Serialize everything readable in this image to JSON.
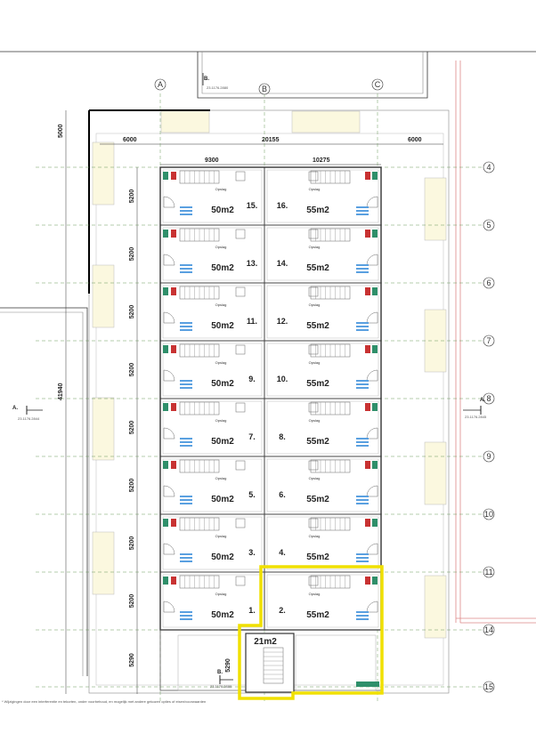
{
  "drawing": {
    "top_dims": [
      "6000",
      "20155",
      "6000"
    ],
    "sub_dims": [
      "9300",
      "10275"
    ],
    "vertical_dims": [
      "5000",
      "41940"
    ],
    "row_dims": [
      "5200",
      "5200",
      "5200",
      "5200",
      "5200",
      "5200",
      "5200",
      "5200",
      "5290"
    ],
    "bottom_dim_small": "5290",
    "grid_cols": [
      "A",
      "B",
      "C"
    ],
    "grid_rows": [
      "4",
      "5",
      "6",
      "7",
      "8",
      "9",
      "10",
      "11",
      "14",
      "15"
    ],
    "section_marks": {
      "top": "B.",
      "top_ref": "23.1176.2880",
      "left": "A.",
      "left_ref": "23.1176.2844",
      "right": "A.",
      "right_ref": "23.1176.2845",
      "bottom": "B.",
      "bottom_ref": "23.1176.2880"
    },
    "units": [
      {
        "num": "15.",
        "area": "50m2",
        "side": "left"
      },
      {
        "num": "16.",
        "area": "55m2",
        "side": "right"
      },
      {
        "num": "13.",
        "area": "50m2",
        "side": "left"
      },
      {
        "num": "14.",
        "area": "55m2",
        "side": "right"
      },
      {
        "num": "11.",
        "area": "50m2",
        "side": "left"
      },
      {
        "num": "12.",
        "area": "55m2",
        "side": "right"
      },
      {
        "num": "9.",
        "area": "50m2",
        "side": "left"
      },
      {
        "num": "10.",
        "area": "55m2",
        "side": "right"
      },
      {
        "num": "7.",
        "area": "50m2",
        "side": "left"
      },
      {
        "num": "8.",
        "area": "55m2",
        "side": "right"
      },
      {
        "num": "5.",
        "area": "50m2",
        "side": "left"
      },
      {
        "num": "6.",
        "area": "55m2",
        "side": "right"
      },
      {
        "num": "3.",
        "area": "50m2",
        "side": "left"
      },
      {
        "num": "4.",
        "area": "55m2",
        "side": "right"
      },
      {
        "num": "1.",
        "area": "50m2",
        "side": "left"
      },
      {
        "num": "2.",
        "area": "55m2",
        "side": "right"
      }
    ],
    "storage_label": "Opslag",
    "highlight_area": "21m2",
    "footnote": "* Wijzigingen door een interferentie en tekorten, onder voorbehoud, en mogelijk met andere gekozen opties of eisen/voorwaarden"
  }
}
